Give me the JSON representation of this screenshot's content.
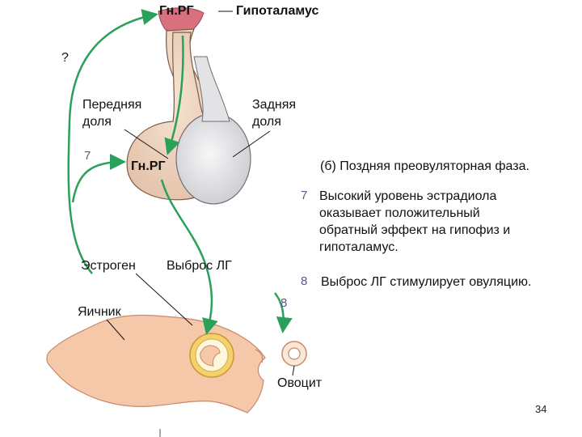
{
  "labels": {
    "gnrg_top": "Гн.РГ",
    "hypothalamus": "Гипоталамус",
    "question": "?",
    "anterior_line1": "Передняя",
    "anterior_line2": "доля",
    "posterior_line1": "Задняя",
    "posterior_line2": "доля",
    "gnrg_mid": "Гн.РГ",
    "estrogen": "Эстроген",
    "lh_surge": "Выброс ЛГ",
    "ovary": "Яичник",
    "oocyte": "Овоцит"
  },
  "markers": {
    "seven_left": "7",
    "seven_right": "7",
    "eight_right": "8",
    "eight_center": "8"
  },
  "text": {
    "phase_title": "(б) Поздняя преовуляторная фаза.",
    "step7_line1": "Высокий уровень эстрадиола",
    "step7_line2": "оказывает положительный",
    "step7_line3": "обратный эффект на гипофиз и",
    "step7_line4": "гипоталамус.",
    "step8": "Выброс ЛГ стимулирует овуляцию."
  },
  "page_number": "34",
  "colors": {
    "pituitary_fill": "#efd7c4",
    "pituitary_outline": "#7a5a48",
    "gnrh_cell": "#d8707e",
    "posterior_fill": "#e3e3e6",
    "ovary_fill": "#f6c8aa",
    "follicle_ring": "#e0b24a",
    "arrow_green": "#2aa05a",
    "marker_text": "#555a8a"
  }
}
